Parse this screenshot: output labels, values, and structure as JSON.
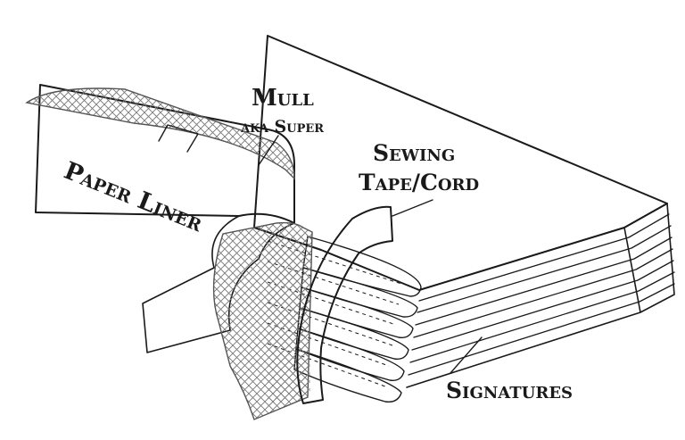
{
  "labels": {
    "mull": "Mull",
    "mull_aka": "aka Super",
    "sewing_line1": "Sewing",
    "sewing_line2": "Tape/Cord",
    "paper_liner": "Paper Liner",
    "signatures": "Signatures"
  },
  "colors": {
    "ink": "#1a1a1a",
    "paper": "#ffffff",
    "mesh": "#777777",
    "shade": "#cfcfcf"
  }
}
